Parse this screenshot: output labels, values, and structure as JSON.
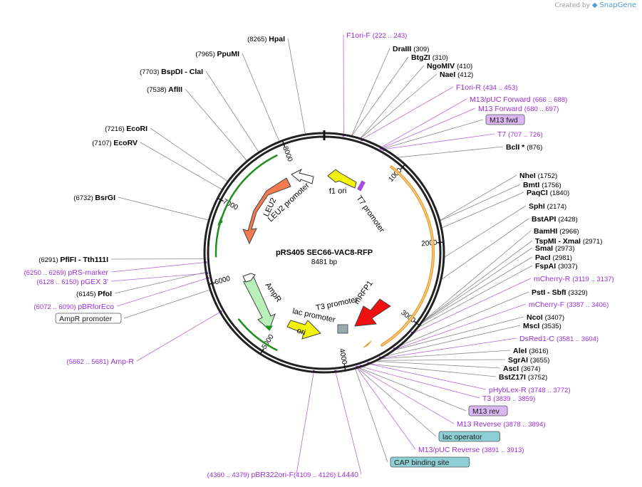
{
  "credit": {
    "prefix": "Created by",
    "brand": "SnapGene"
  },
  "plasmid": {
    "name": "pRS405 SEC66-VAC8-RFP",
    "size": "8481 bp"
  },
  "colors": {
    "site": "#000000",
    "primer": "#9b30d8",
    "leader": "#888888",
    "primer_leader": "#b36be0",
    "yellow": "#f2f20a",
    "red": "#f01010",
    "salmon": "#f47a4f",
    "green_pale": "#b9f0b9",
    "green": "#1f8f1f",
    "orange": "#e89a2a",
    "feature_box_violet": "#d9b6f0",
    "feature_box_teal": "#8ecfd6"
  },
  "ticks": [
    {
      "bp": "1000",
      "label": "1000"
    },
    {
      "bp": "2000",
      "label": "2000"
    },
    {
      "bp": "3000",
      "label": "3000"
    },
    {
      "bp": "4000",
      "label": "4000"
    },
    {
      "bp": "5000",
      "label": "5000"
    },
    {
      "bp": "6000",
      "label": "6000"
    },
    {
      "bp": "7000",
      "label": "7000"
    },
    {
      "bp": "8000",
      "label": "8000"
    }
  ],
  "features": [
    {
      "name": "f1 ori",
      "kind": "f1-ori",
      "color": "#f2f20a"
    },
    {
      "name": "T7 promoter",
      "kind": "promoter",
      "color": "#ffffff"
    },
    {
      "name": "mRFP1",
      "kind": "cds",
      "color": "#f01010"
    },
    {
      "name": "T3 promoter",
      "kind": "promoter",
      "color": "#ffffff"
    },
    {
      "name": "lac promoter",
      "kind": "promoter",
      "color": "#ffffff"
    },
    {
      "name": "ori",
      "kind": "ori",
      "color": "#f2f20a"
    },
    {
      "name": "AmpR",
      "kind": "cds",
      "color": "#b9f0b9"
    },
    {
      "name": "LEU2",
      "kind": "cds",
      "color": "#f47a4f"
    },
    {
      "name": "LEU2 promoter",
      "kind": "promoter",
      "color": "#ffffff"
    }
  ],
  "labels": [
    {
      "text": "(8265)",
      "name": "HpaI",
      "kind": "site"
    },
    {
      "text": "(7965)",
      "name": "PpuMI",
      "kind": "site"
    },
    {
      "text": "(7703)",
      "name": "BspDI - ClaI",
      "kind": "site"
    },
    {
      "text": "(7538)",
      "name": "AflII",
      "kind": "site"
    },
    {
      "text": "(7216)",
      "name": "EcoRI",
      "kind": "site"
    },
    {
      "text": "(7107)",
      "name": "EcoRV",
      "kind": "site"
    },
    {
      "text": "(6732)",
      "name": "BsrGI",
      "kind": "site"
    },
    {
      "text": "(6291)",
      "name": "PflFI - Tth111I",
      "kind": "site"
    },
    {
      "text": "(6250 .. 6269)",
      "name": "pRS-marker",
      "kind": "primer"
    },
    {
      "text": "(6128 .. 6150)",
      "name": "pGEX 3'",
      "kind": "primer"
    },
    {
      "text": "(6145)",
      "name": "PfoI",
      "kind": "site"
    },
    {
      "text": "(6072 .. 6090)",
      "name": "pBRforEco",
      "kind": "primer"
    },
    {
      "text": "",
      "name": "AmpR promoter",
      "kind": "box-white"
    },
    {
      "text": "(5662 .. 5681)",
      "name": "Amp-R",
      "kind": "primer"
    },
    {
      "text": "(4360 .. 4379)",
      "name": "pBR322ori-F",
      "kind": "primer"
    },
    {
      "text": "(4109 .. 4126)",
      "name": "L4440",
      "kind": "primer"
    },
    {
      "text": "(222 .. 243)",
      "name": "F1ori-F",
      "kind": "primer"
    },
    {
      "text": "(309)",
      "name": "DraIII",
      "kind": "site"
    },
    {
      "text": "(310)",
      "name": "BtgZI",
      "kind": "site"
    },
    {
      "text": "(410)",
      "name": "NgoMIV",
      "kind": "site"
    },
    {
      "text": "(412)",
      "name": "NaeI",
      "kind": "site"
    },
    {
      "text": "(434 .. 453)",
      "name": "F1ori-R",
      "kind": "primer"
    },
    {
      "text": "(666 .. 688)",
      "name": "M13/pUC Forward",
      "kind": "primer"
    },
    {
      "text": "(680 .. 697)",
      "name": "M13 Forward",
      "kind": "primer"
    },
    {
      "text": "",
      "name": "M13 fwd",
      "kind": "box-violet"
    },
    {
      "text": "(707 .. 726)",
      "name": "T7",
      "kind": "primer"
    },
    {
      "text": "(876)",
      "name": "BclI *",
      "kind": "site"
    },
    {
      "text": "(1752)",
      "name": "NheI",
      "kind": "site"
    },
    {
      "text": "(1756)",
      "name": "BmtI",
      "kind": "site"
    },
    {
      "text": "(1840)",
      "name": "PaqCI",
      "kind": "site"
    },
    {
      "text": "(2174)",
      "name": "SphI",
      "kind": "site"
    },
    {
      "text": "(2428)",
      "name": "BstAPI",
      "kind": "site"
    },
    {
      "text": "(2966)",
      "name": "BamHI",
      "kind": "site"
    },
    {
      "text": "(2971)",
      "name": "TspMI - XmaI",
      "kind": "site"
    },
    {
      "text": "(2973)",
      "name": "SmaI",
      "kind": "site"
    },
    {
      "text": "(2981)",
      "name": "PacI",
      "kind": "site"
    },
    {
      "text": "(3037)",
      "name": "FspAI",
      "kind": "site"
    },
    {
      "text": "(3119 .. 3137)",
      "name": "mCherry-R",
      "kind": "primer"
    },
    {
      "text": "(3329)",
      "name": "PstI - SbfI",
      "kind": "site"
    },
    {
      "text": "(3387 .. 3406)",
      "name": "mCherry-F",
      "kind": "primer"
    },
    {
      "text": "(3407)",
      "name": "NcoI",
      "kind": "site"
    },
    {
      "text": "(3535)",
      "name": "MscI",
      "kind": "site"
    },
    {
      "text": "(3581 .. 3604)",
      "name": "DsRed1-C",
      "kind": "primer"
    },
    {
      "text": "(3616)",
      "name": "AleI",
      "kind": "site"
    },
    {
      "text": "(3655)",
      "name": "SgrAI",
      "kind": "site"
    },
    {
      "text": "(3674)",
      "name": "AscI",
      "kind": "site"
    },
    {
      "text": "(3752)",
      "name": "BstZ17I",
      "kind": "site"
    },
    {
      "text": "(3748 .. 3772)",
      "name": "pHybLex-R",
      "kind": "primer"
    },
    {
      "text": "(3839 .. 3859)",
      "name": "T3",
      "kind": "primer"
    },
    {
      "text": "",
      "name": "M13 rev",
      "kind": "box-violet"
    },
    {
      "text": "(3878 .. 3894)",
      "name": "M13 Reverse",
      "kind": "primer"
    },
    {
      "text": "",
      "name": "lac operator",
      "kind": "box-teal"
    },
    {
      "text": "(3891 .. 3913)",
      "name": "M13/pUC Reverse",
      "kind": "primer"
    },
    {
      "text": "",
      "name": "CAP binding site",
      "kind": "box-teal"
    }
  ]
}
